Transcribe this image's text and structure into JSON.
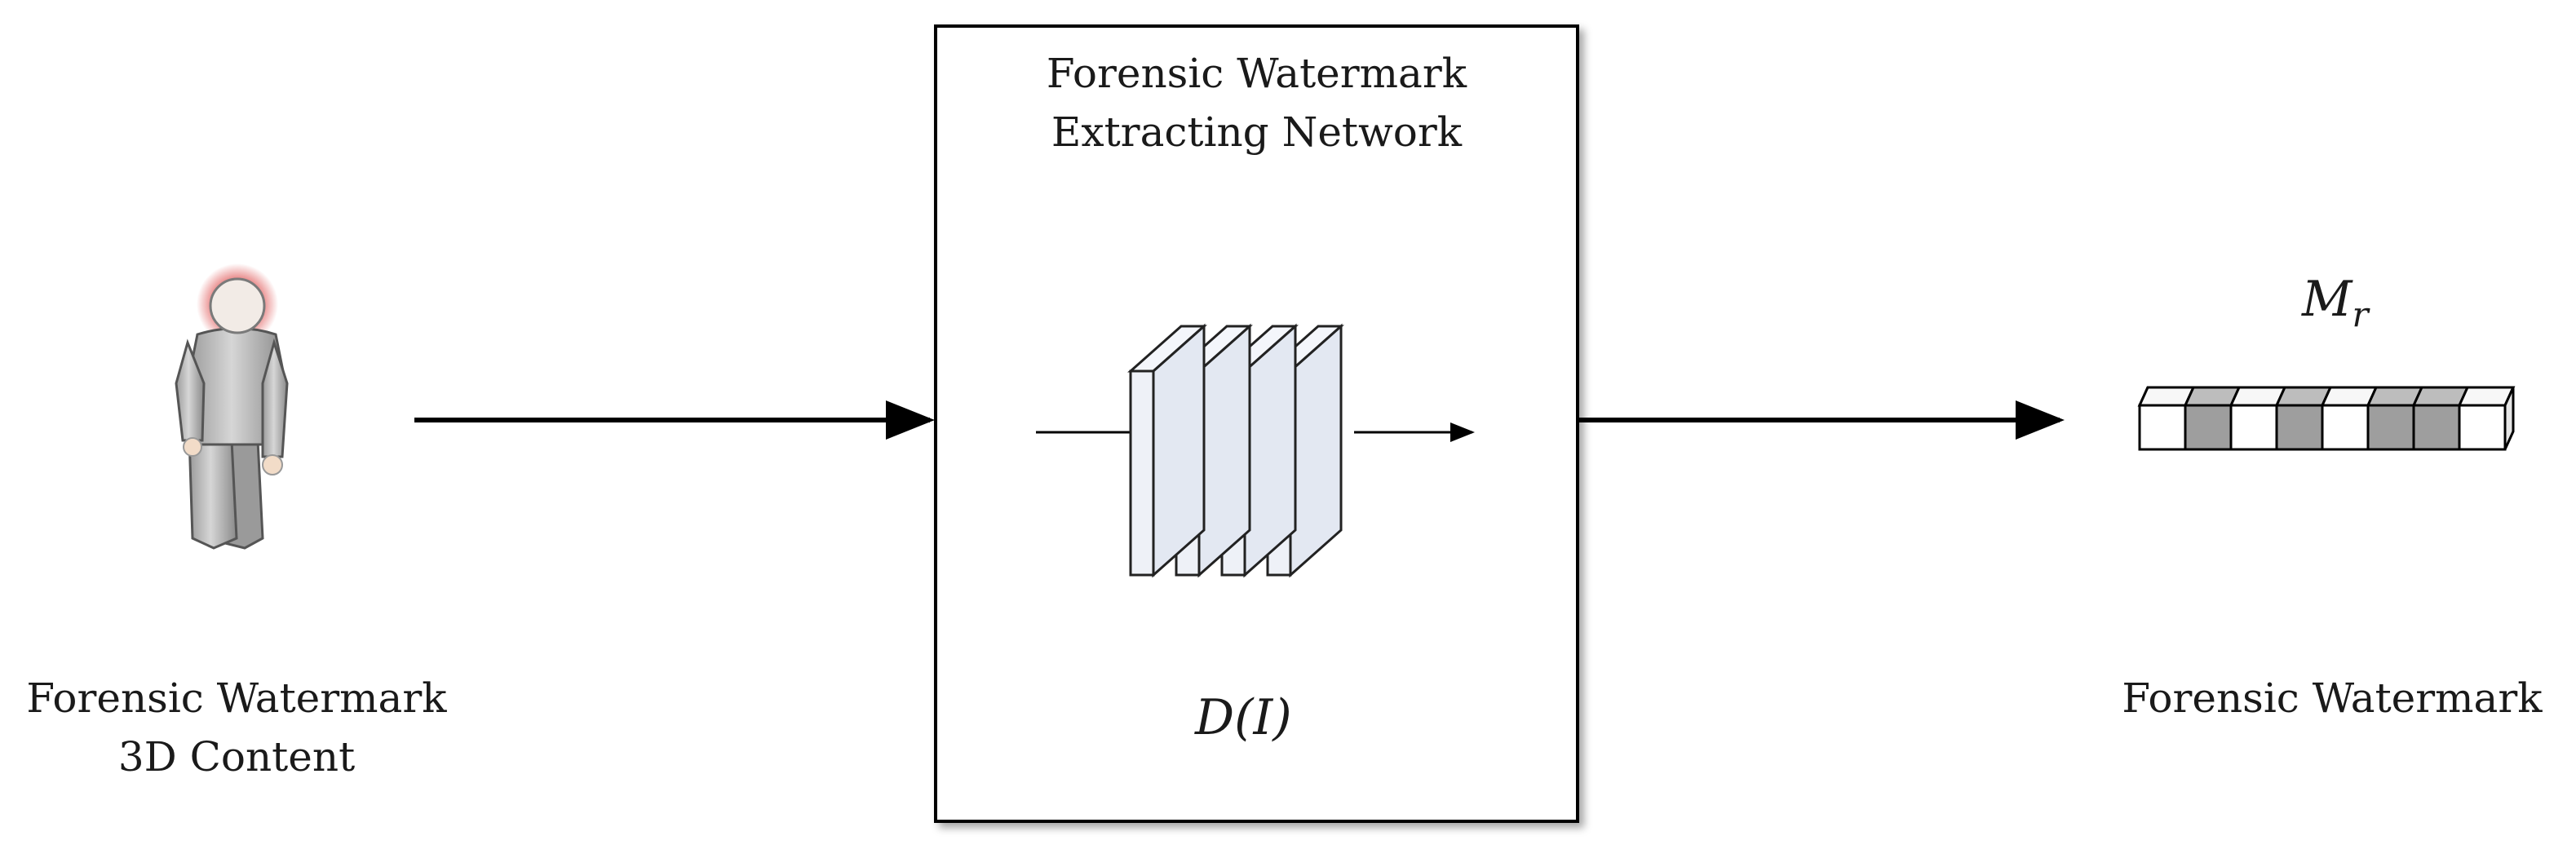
{
  "input": {
    "label_line1": "Forensic Watermark",
    "label_line2": "3D Content"
  },
  "network": {
    "title_line1": "Forensic Watermark",
    "title_line2": "Extracting Network",
    "function_label": "D(I)"
  },
  "output": {
    "symbol": "M",
    "symbol_subscript": "r",
    "label": "Forensic Watermark",
    "bits": [
      0,
      1,
      0,
      1,
      0,
      1,
      1,
      0
    ]
  },
  "colors": {
    "line": "#000000",
    "bit_on": "#9e9e9e",
    "bit_off": "#ffffff",
    "layer_face": "#e3e8f2",
    "person_body": "#c8c8c8",
    "person_head": "#f2ebe6",
    "head_glow": "#e05a5a"
  }
}
